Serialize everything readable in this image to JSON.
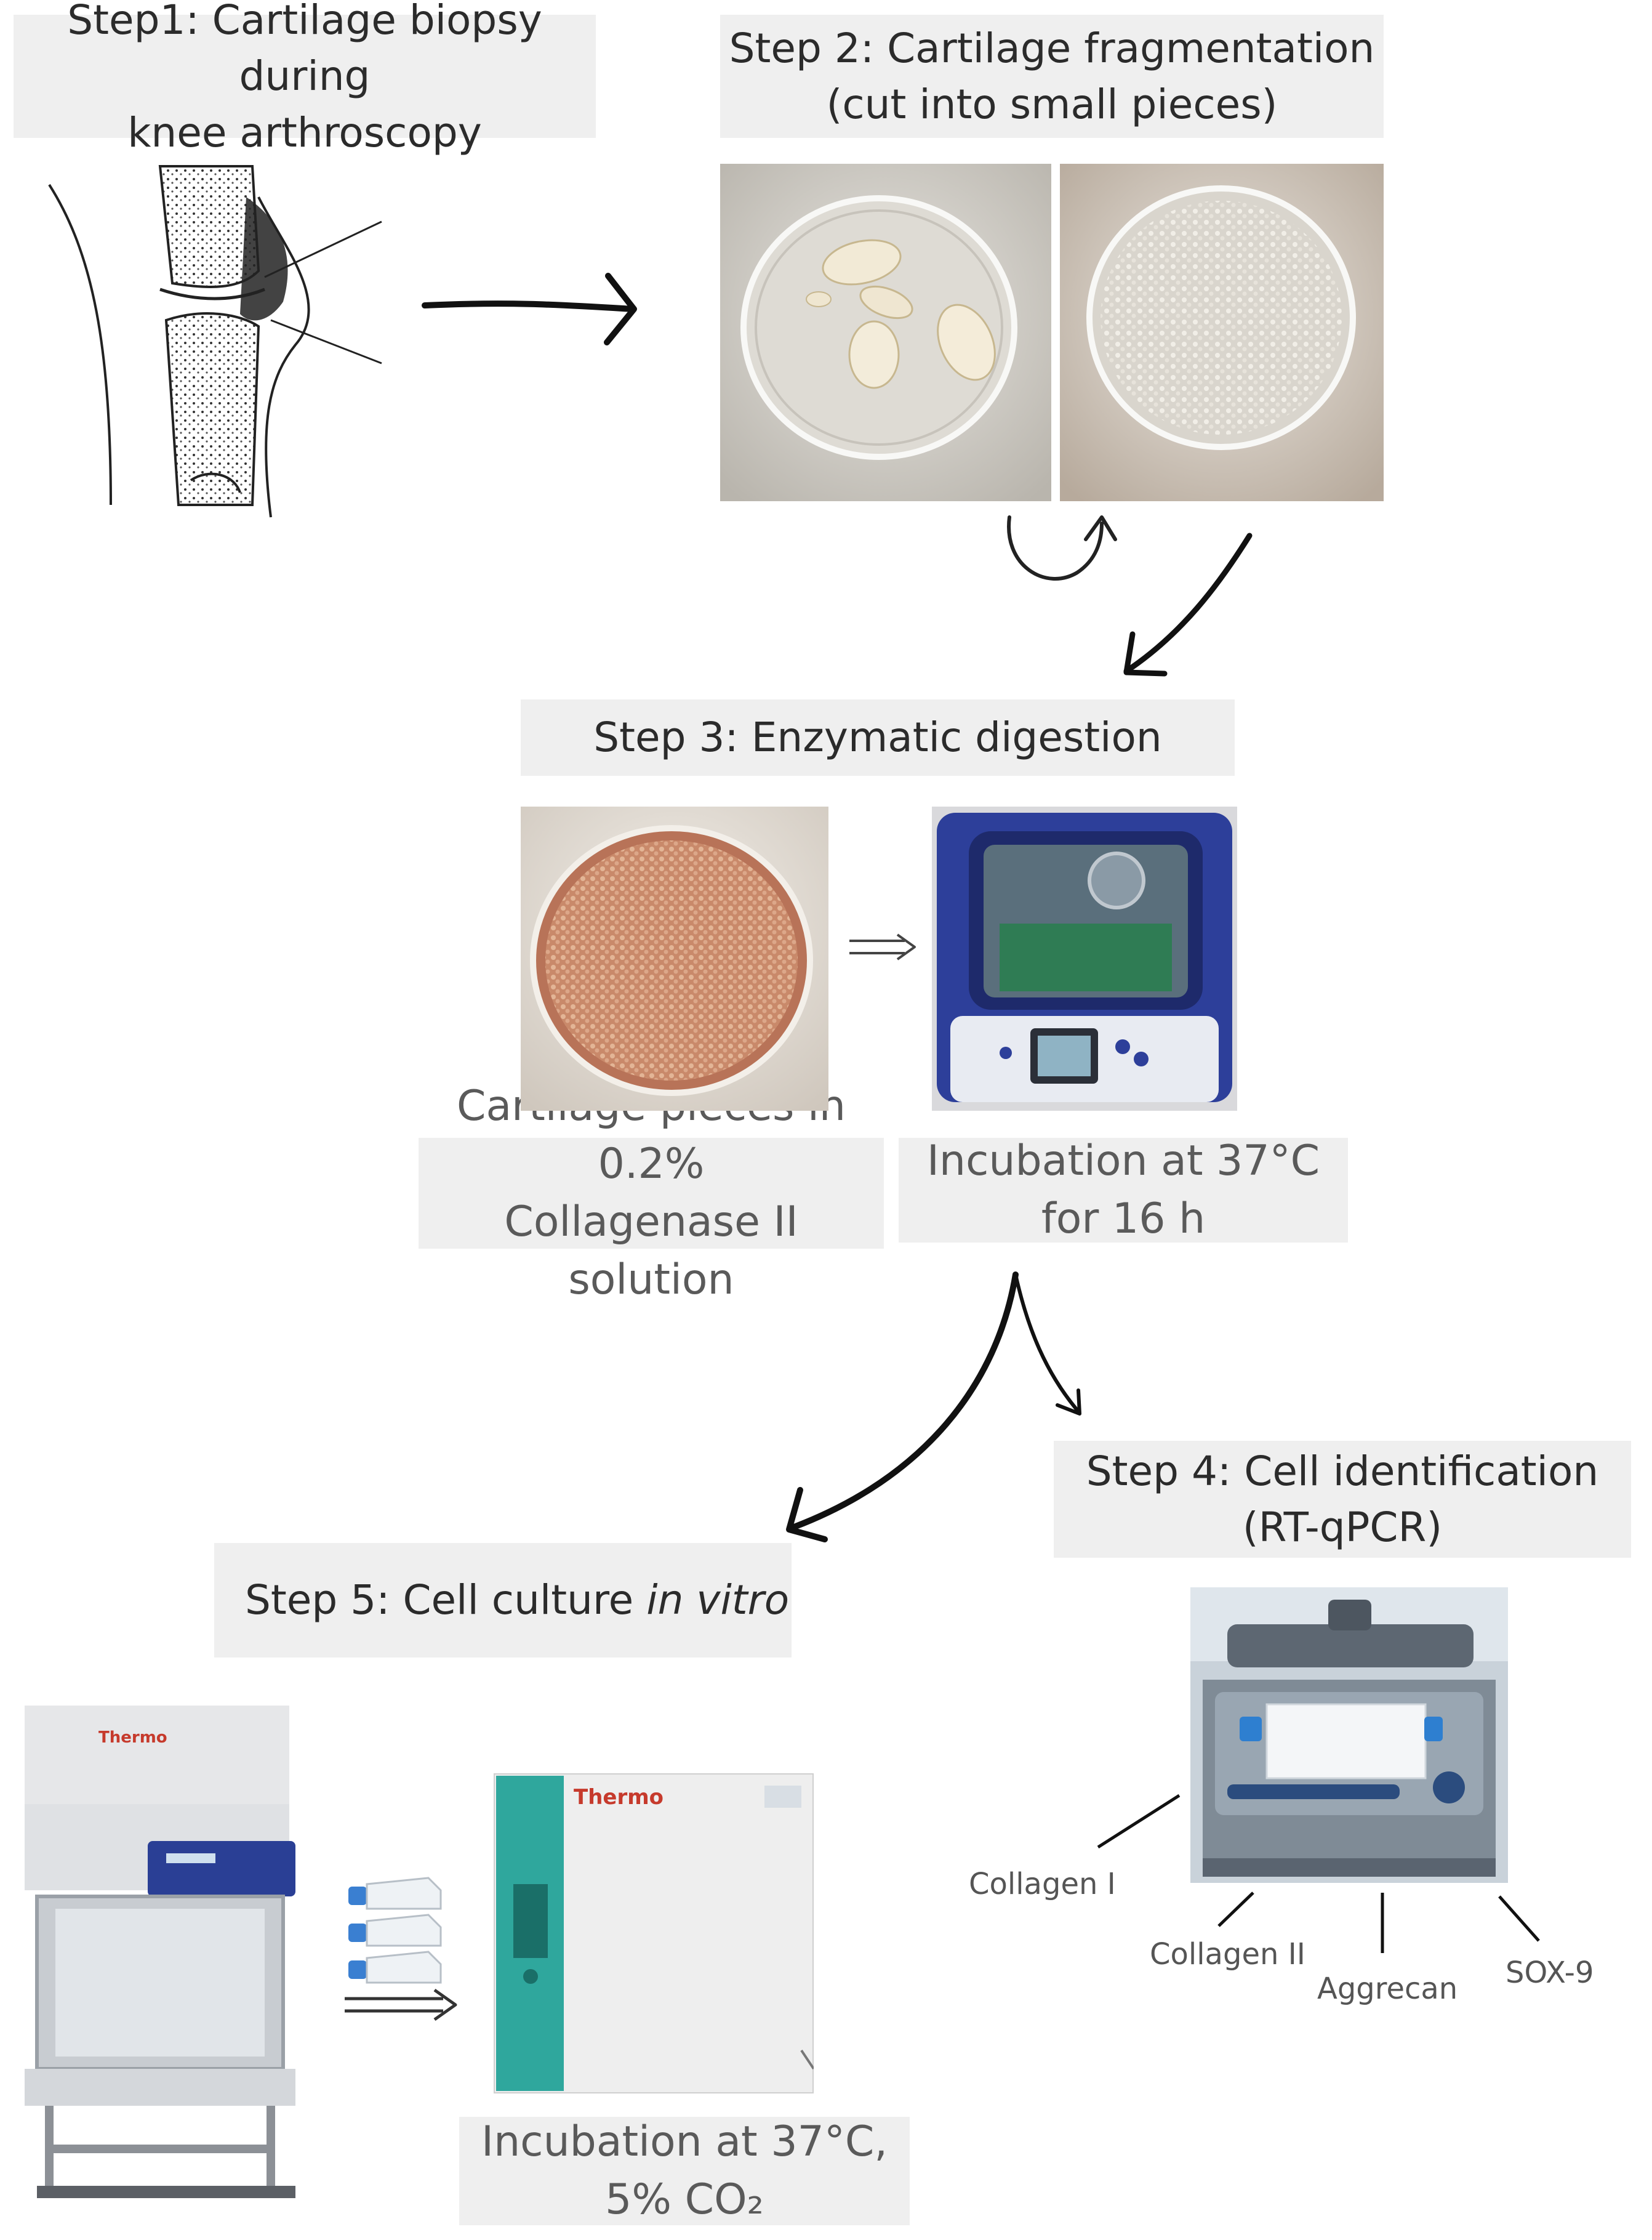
{
  "steps": {
    "step1": {
      "line1": "Step1: Cartilage biopsy during",
      "line2": "knee arthroscopy"
    },
    "step2": {
      "line1": "Step 2: Cartilage fragmentation",
      "line2": "(cut into small pieces)"
    },
    "step3": {
      "title": "Step 3: Enzymatic digestion"
    },
    "step4": {
      "line1": "Step 4: Cell identification",
      "line2": "(RT-qPCR)"
    },
    "step5": {
      "prefix": "Step 5: Cell culture ",
      "italic": "in vitro"
    }
  },
  "captions": {
    "digestion_solution": {
      "line1": "Cartilage pieces in 0.2%",
      "line2": "Collagenase II solution"
    },
    "digestion_incubation": {
      "line1": "Incubation at 37°C",
      "line2": "for 16 h"
    },
    "culture_incubation": {
      "line1": "Incubation at 37°C,",
      "line2": "5% CO₂"
    }
  },
  "markers": [
    "Collagen I",
    "Collagen II",
    "Aggrecan",
    "SOX-9"
  ],
  "brand": {
    "incubator": "Thermo",
    "cabinet": "Thermo"
  },
  "colors": {
    "label_bg": "#efefef",
    "incubator_blue": "#2d3f9a",
    "petri_orange": "#c9896a",
    "teal_panel": "#2fa79d"
  }
}
